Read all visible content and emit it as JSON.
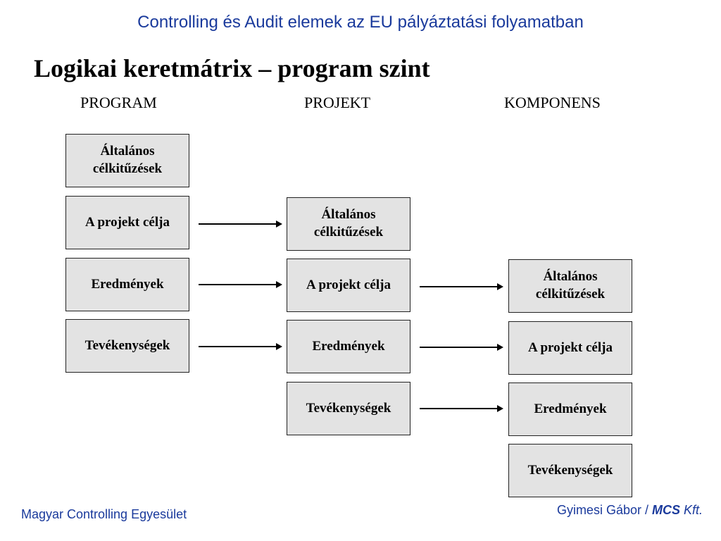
{
  "header": {
    "title": "Controlling és Audit elemek az EU pályáztatási folyamatban"
  },
  "slide": {
    "title": "Logikai keretmátrix – program szint"
  },
  "columns": [
    {
      "label": "PROGRAM"
    },
    {
      "label": "PROJEKT"
    },
    {
      "label": "KOMPONENS"
    }
  ],
  "program": {
    "boxes": [
      "Általános célkitűzések",
      "A projekt célja",
      "Eredmények",
      "Tevékenységek"
    ]
  },
  "projekt": {
    "boxes": [
      "Általános célkitűzések",
      "A projekt célja",
      "Eredmények",
      "Tevékenységek"
    ]
  },
  "komponens": {
    "boxes": [
      "Általános célkitűzések",
      "A projekt célja",
      "Eredmények",
      "Tevékenységek"
    ]
  },
  "footer": {
    "left": "Magyar Controlling Egyesület",
    "right_author": "Gyimesi Gábor / ",
    "right_company": "MCS",
    "right_suffix": " Kft."
  },
  "colors": {
    "accent": "#1a3a9c",
    "box_fill": "#e3e3e3",
    "box_border": "#222222"
  }
}
